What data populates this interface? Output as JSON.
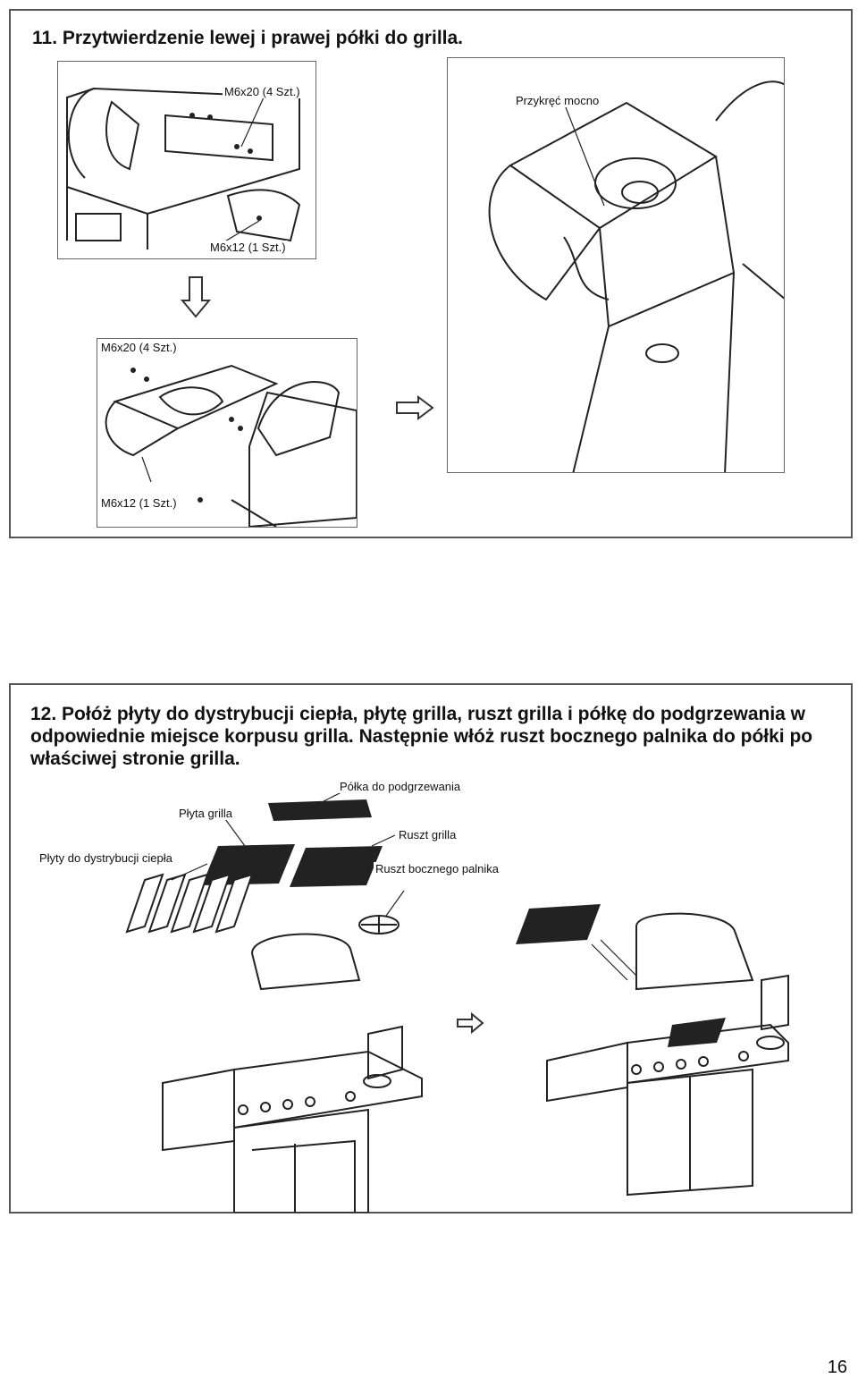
{
  "step11": {
    "title": "11. Przytwierdzenie lewej i prawej półki do grilla.",
    "fig_a": {
      "screws_top": "M6x20 (4 Szt.)",
      "screws_bottom": "M6x12 (1 Szt.)"
    },
    "fig_b": {
      "screws_top": "M6x20 (4 Szt.)",
      "screws_bottom": "M6x12 (1 Szt.)"
    },
    "fig_c": {
      "note": "Przykręć mocno"
    }
  },
  "step12": {
    "title": "12. Połóż płyty do dystrybucji ciepła, płytę grilla, ruszt grilla i półkę do podgrzewania w odpowiednie miejsce korpusu grilla. Następnie włóż ruszt bocznego palnika do półki po właściwej stronie grilla.",
    "labels": {
      "warming_rack": "Półka do podgrzewania",
      "grill_plate": "Płyta grilla",
      "grill_grate": "Ruszt grilla",
      "heat_plates": "Płyty do dystrybucji ciepła",
      "side_burner_grate": "Ruszt bocznego palnika"
    }
  },
  "page_number": "16"
}
